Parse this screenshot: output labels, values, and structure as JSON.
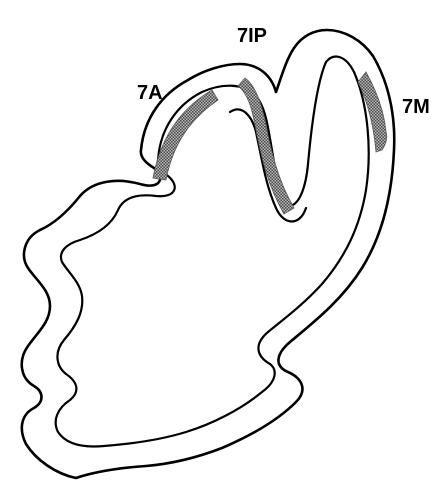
{
  "diagram": {
    "labels": {
      "area_7a": "7A",
      "area_7ip": "7IP",
      "area_7m": "7M"
    },
    "colors": {
      "line": "#000000",
      "background": "#ffffff",
      "region_fill": "#9a9a9a"
    }
  }
}
